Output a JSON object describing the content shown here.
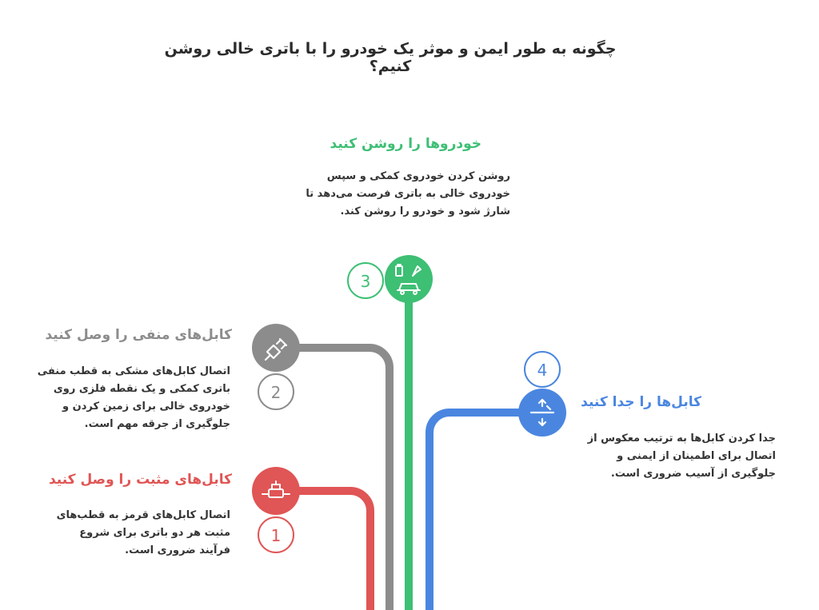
{
  "title": "چگونه به طور ایمن و موثر یک خودرو را با باتری خالی روشن کنیم؟",
  "colors": {
    "red": "#e05555",
    "gray": "#8c8c8c",
    "green": "#3dbf74",
    "blue": "#4a86e0",
    "text": "#333333"
  },
  "steps": [
    {
      "number": "1",
      "icon": "positive-cable-connector-icon",
      "title": "کابل‌های مثبت را وصل کنید",
      "description": "اتصال کابل‌های قرمز به قطب‌های مثبت هر دو باتری برای شروع فرآیند ضروری است."
    },
    {
      "number": "2",
      "icon": "plug-icon",
      "title": "کابل‌های منفی را وصل کنید",
      "description": "اتصال کابل‌های مشکی به قطب منفی باتری کمکی و یک نقطه فلزی روی خودروی خالی برای زمین کردن و جلوگیری از جرقه مهم است."
    },
    {
      "number": "3",
      "icon": "car-battery-charging-icon",
      "title": "خودروها را روشن کنید",
      "description": "روشن کردن خودروی کمکی و سپس خودروی خالی به باتری فرصت می‌دهد تا شارژ شود و خودرو را روشن کند."
    },
    {
      "number": "4",
      "icon": "split-arrows-icon",
      "title": "کابل‌ها را جدا کنید",
      "description": "جدا کردن کابل‌ها به ترتیب معکوس از اتصال برای اطمینان از ایمنی و جلوگیری از آسیب ضروری است."
    }
  ]
}
